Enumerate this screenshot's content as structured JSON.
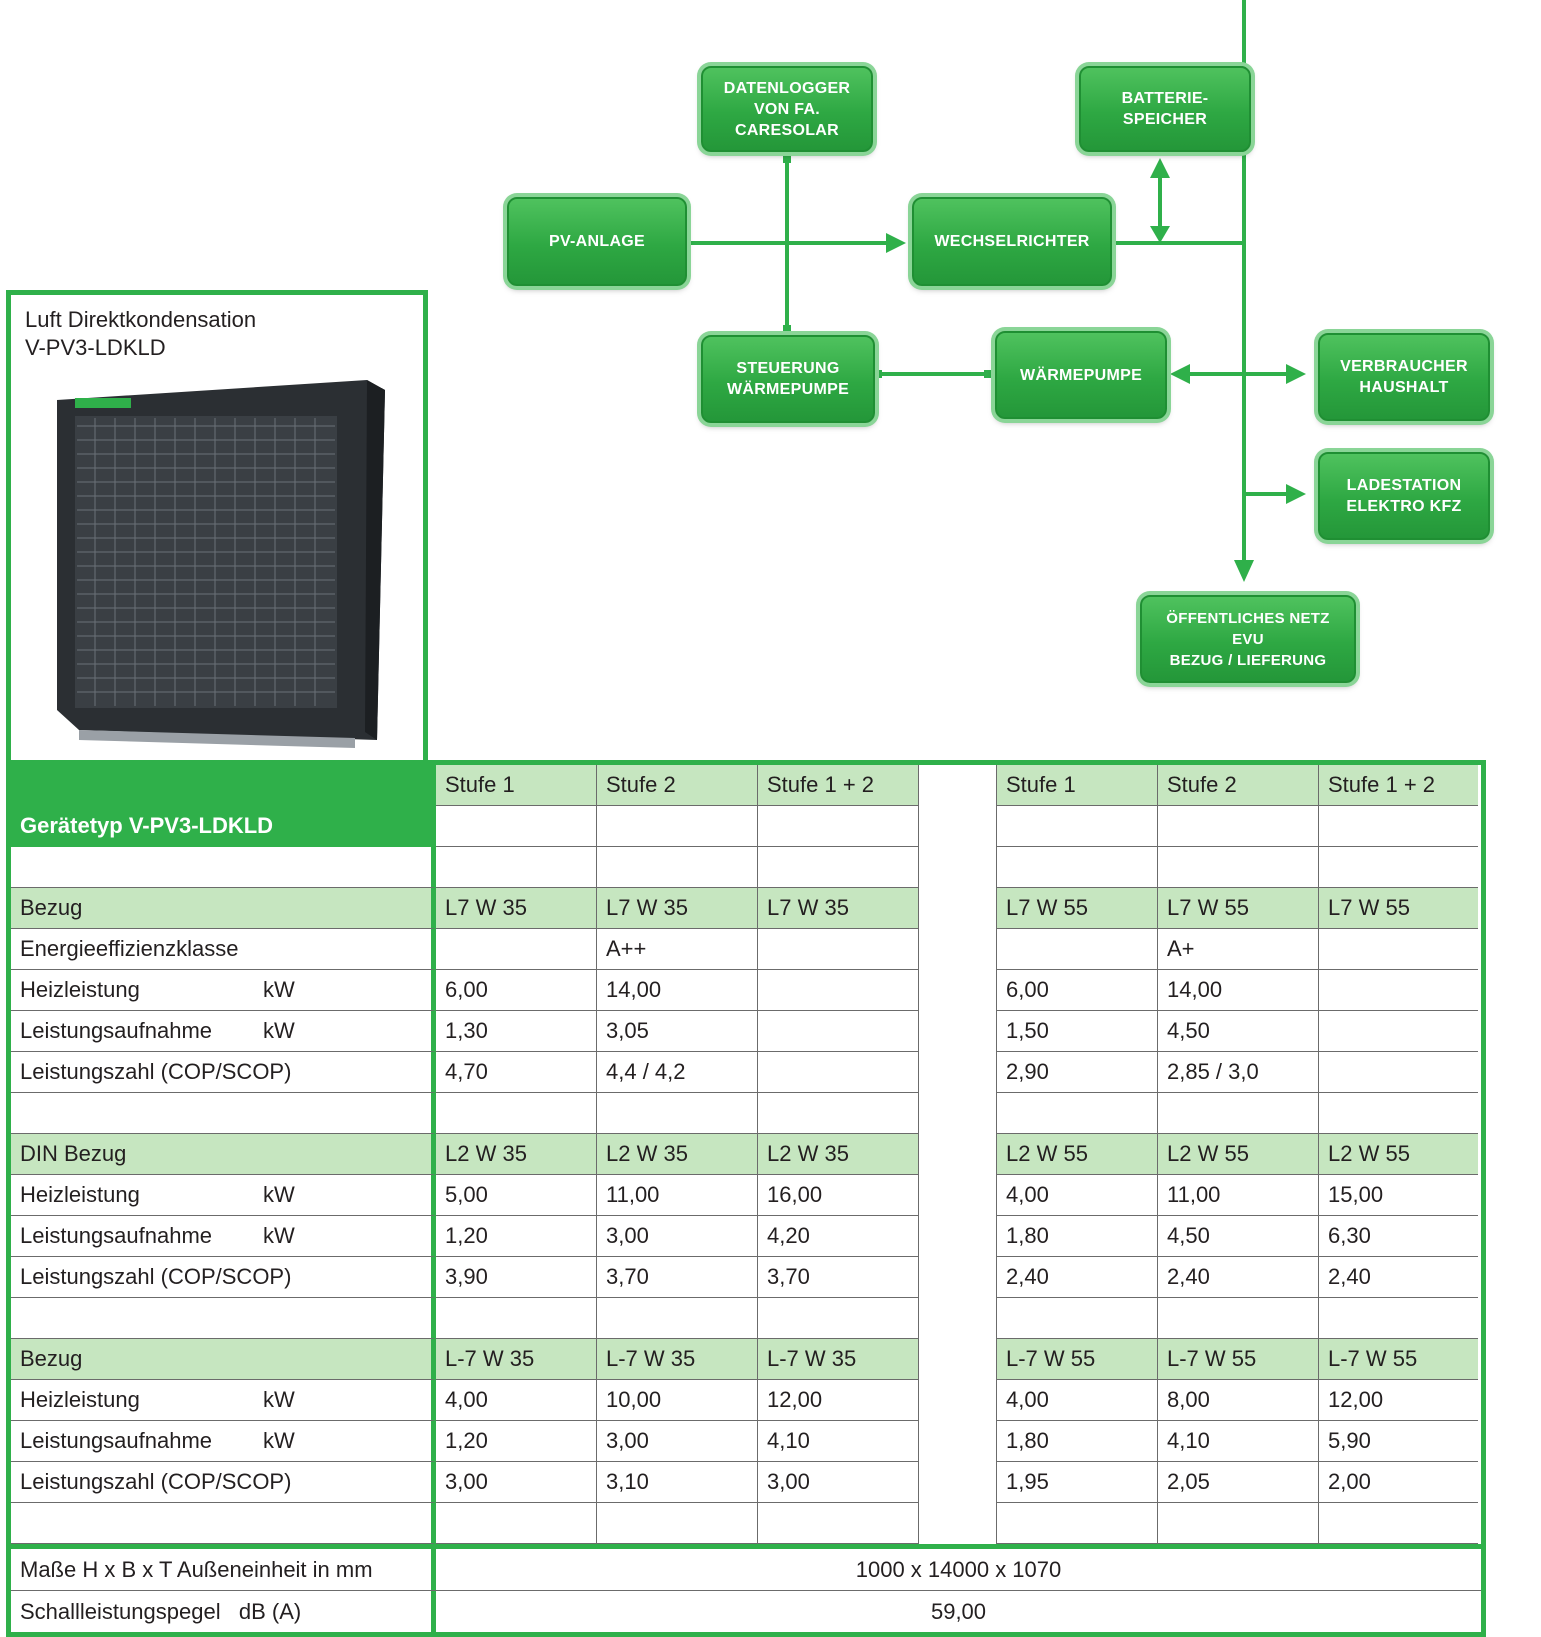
{
  "diagram": {
    "datenlogger": "DATENLOGGER\nVON FA.\nCARESOLAR",
    "batterie": "BATTERIE-\nSPEICHER",
    "pv": "PV-ANLAGE",
    "wechselrichter": "WECHSELRICHTER",
    "steuerung": "STEUERUNG\nWÄRMEPUMPE",
    "waermepumpe": "WÄRMEPUMPE",
    "verbraucher": "VERBRAUCHER\nHAUSHALT",
    "ladestation": "LADESTATION\nELEKTRO KFZ",
    "netz": "ÖFFENTLICHES NETZ\nEVU\nBEZUG / LIEFERUNG"
  },
  "product": {
    "line1": "Luft Direktkondensation",
    "line2": "V-PV3-LDKLD"
  },
  "table": {
    "header": {
      "label": "Gerätetyp V-PV3-LDKLD",
      "cols": [
        "Stufe 1",
        "Stufe 2",
        "Stufe 1 + 2",
        "",
        "Stufe 1",
        "Stufe 2",
        "Stufe 1 + 2"
      ]
    },
    "rows": [
      {
        "label": "",
        "unit": "",
        "cells": [
          "",
          "",
          "",
          "",
          "",
          "",
          ""
        ]
      },
      {
        "label": "Bezug",
        "unit": "",
        "cells": [
          "L7 W 35",
          "L7 W 35",
          "L7 W 35",
          "",
          "L7 W 55",
          "L7 W 55",
          "L7 W 55"
        ],
        "hl": true
      },
      {
        "label": "Energieeffizienzklasse",
        "unit": "",
        "cells": [
          "",
          "A++",
          "",
          "",
          "",
          "A+",
          ""
        ]
      },
      {
        "label": "Heizleistung",
        "unit": "kW",
        "cells": [
          "6,00",
          "14,00",
          "",
          "",
          "6,00",
          "14,00",
          ""
        ]
      },
      {
        "label": "Leistungsaufnahme",
        "unit": "kW",
        "cells": [
          "1,30",
          "3,05",
          "",
          "",
          "1,50",
          "4,50",
          ""
        ]
      },
      {
        "label": "Leistungszahl (COP/SCOP)",
        "unit": "",
        "cells": [
          "4,70",
          "4,4 / 4,2",
          "",
          "",
          "2,90",
          "2,85 / 3,0",
          ""
        ]
      },
      {
        "label": "",
        "unit": "",
        "cells": [
          "",
          "",
          "",
          "",
          "",
          "",
          ""
        ]
      },
      {
        "label": "DIN Bezug",
        "unit": "",
        "cells": [
          "L2 W 35",
          "L2 W 35",
          "L2 W 35",
          "",
          "L2 W 55",
          "L2 W 55",
          "L2 W 55"
        ],
        "hl": true
      },
      {
        "label": "Heizleistung",
        "unit": "kW",
        "cells": [
          "5,00",
          "11,00",
          "16,00",
          "",
          "4,00",
          "11,00",
          "15,00"
        ]
      },
      {
        "label": "Leistungsaufnahme",
        "unit": "kW",
        "cells": [
          "1,20",
          "3,00",
          "4,20",
          "",
          "1,80",
          "4,50",
          "6,30"
        ]
      },
      {
        "label": "Leistungszahl (COP/SCOP)",
        "unit": "",
        "cells": [
          "3,90",
          "3,70",
          "3,70",
          "",
          "2,40",
          "2,40",
          "2,40"
        ]
      },
      {
        "label": "",
        "unit": "",
        "cells": [
          "",
          "",
          "",
          "",
          "",
          "",
          ""
        ]
      },
      {
        "label": "Bezug",
        "unit": "",
        "cells": [
          "L-7 W 35",
          "L-7 W 35",
          "L-7 W 35",
          "",
          "L-7 W 55",
          "L-7 W 55",
          "L-7 W 55"
        ],
        "hl": true
      },
      {
        "label": "Heizleistung",
        "unit": "kW",
        "cells": [
          "4,00",
          "10,00",
          "12,00",
          "",
          "4,00",
          "8,00",
          "12,00"
        ]
      },
      {
        "label": "Leistungsaufnahme",
        "unit": "kW",
        "cells": [
          "1,20",
          "3,00",
          "4,10",
          "",
          "1,80",
          "4,10",
          "5,90"
        ]
      },
      {
        "label": "Leistungszahl (COP/SCOP)",
        "unit": "",
        "cells": [
          "3,00",
          "3,10",
          "3,00",
          "",
          "1,95",
          "2,05",
          "2,00"
        ]
      },
      {
        "label": "",
        "unit": "",
        "cells": [
          "",
          "",
          "",
          "",
          "",
          "",
          ""
        ]
      }
    ],
    "footer": [
      {
        "label": "Maße H x B x T Außeneinheit in mm",
        "value": "1000 x 14000 x 1070"
      },
      {
        "label": "Schallleistungspegel   dB (A)",
        "value": "59,00"
      }
    ]
  },
  "colors": {
    "accent": "#2fb04a",
    "highlight_row": "#c6e6c0"
  }
}
